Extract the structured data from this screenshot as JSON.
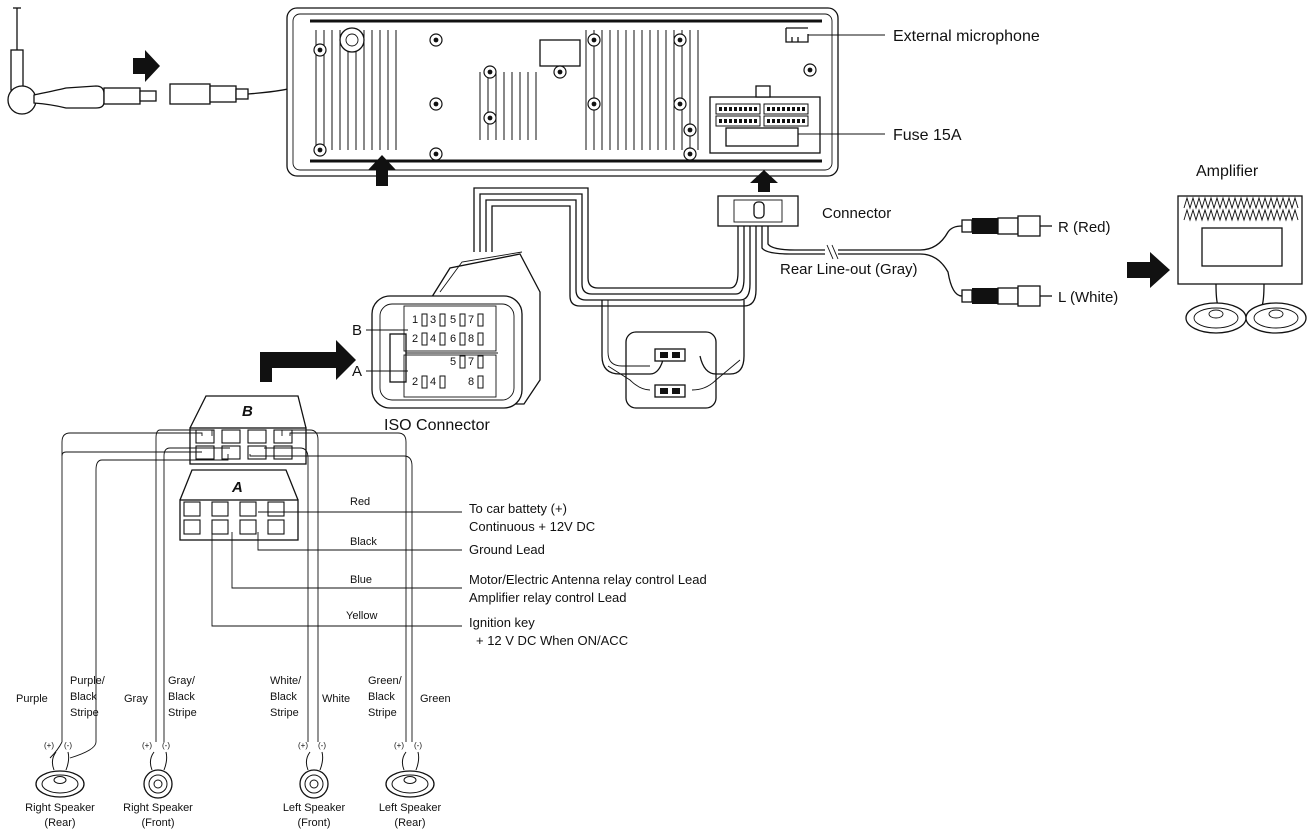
{
  "labels": {
    "external_microphone": "External microphone",
    "fuse": "Fuse 15A",
    "connector": "Connector",
    "amplifier": "Amplifier",
    "rear_lineout": "Rear Line-out (Gray)",
    "r_red": "R (Red)",
    "l_white": "L (White)",
    "iso_connector": "ISO Connector",
    "iso_row_b": "B",
    "iso_row_a": "A",
    "plug_b": "B",
    "plug_a": "A"
  },
  "iso_pins": {
    "b_top": [
      "1",
      "3",
      "5",
      "7"
    ],
    "b_bottom": [
      "2",
      "4",
      "6",
      "8"
    ],
    "a_top": [
      "5",
      "7"
    ],
    "a_bottom": [
      "2",
      "4",
      "8"
    ]
  },
  "power_leads": [
    {
      "wire": "Red",
      "desc_line1": "To car battety (+)",
      "desc_line2": "Continuous  + 12V DC"
    },
    {
      "wire": "Black",
      "desc_line1": "Ground Lead",
      "desc_line2": ""
    },
    {
      "wire": "Blue",
      "desc_line1": "Motor/Electric Antenna relay control Lead",
      "desc_line2": "Amplifier relay control Lead"
    },
    {
      "wire": "Yellow",
      "desc_line1": "Ignition key",
      "desc_line2": "+ 12 V DC When  ON/ACC"
    }
  ],
  "speaker_wires": [
    {
      "lines": [
        "Purple"
      ]
    },
    {
      "lines": [
        "Purple/",
        "Black",
        "Stripe"
      ]
    },
    {
      "lines": [
        "Gray"
      ]
    },
    {
      "lines": [
        "Gray/",
        "Black",
        "Stripe"
      ]
    },
    {
      "lines": [
        "White/",
        "Black",
        "Stripe"
      ]
    },
    {
      "lines": [
        "White"
      ]
    },
    {
      "lines": [
        "Green/",
        "Black",
        "Stripe"
      ]
    },
    {
      "lines": [
        "Green"
      ]
    }
  ],
  "polarity": {
    "plus": "(+)",
    "minus": "(-)"
  },
  "speakers": [
    {
      "name": "Right Speaker",
      "pos": "(Rear)"
    },
    {
      "name": "Right Speaker",
      "pos": "(Front)"
    },
    {
      "name": "Left Speaker",
      "pos": "(Front)"
    },
    {
      "name": "Left Speaker",
      "pos": "(Rear)"
    }
  ]
}
